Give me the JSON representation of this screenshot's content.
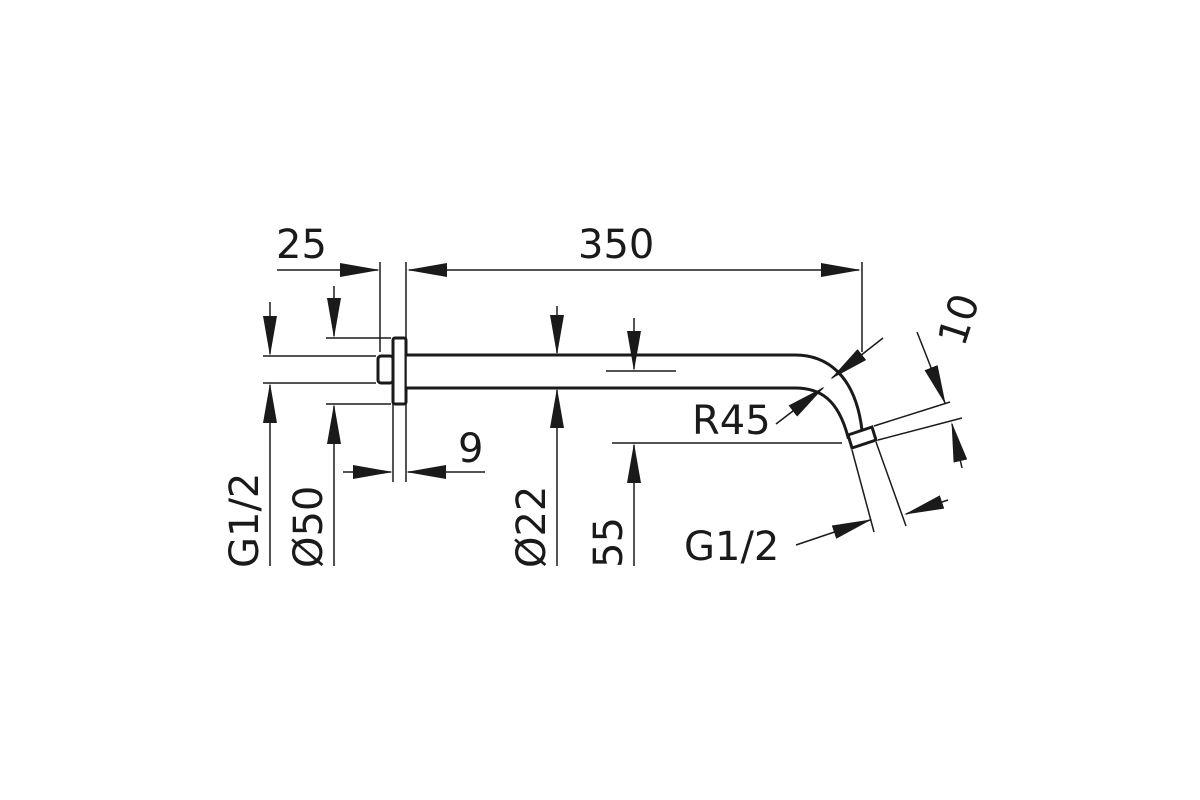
{
  "dimensions": {
    "length": "350",
    "flange_depth": "25",
    "flange_thickness": "9",
    "inlet_thread": "G1/2",
    "flange_diameter": "Ø50",
    "pipe_diameter": "Ø22",
    "drop": "55",
    "bend_radius": "R45",
    "outlet_thread": "G1/2",
    "outlet_length": "10"
  }
}
